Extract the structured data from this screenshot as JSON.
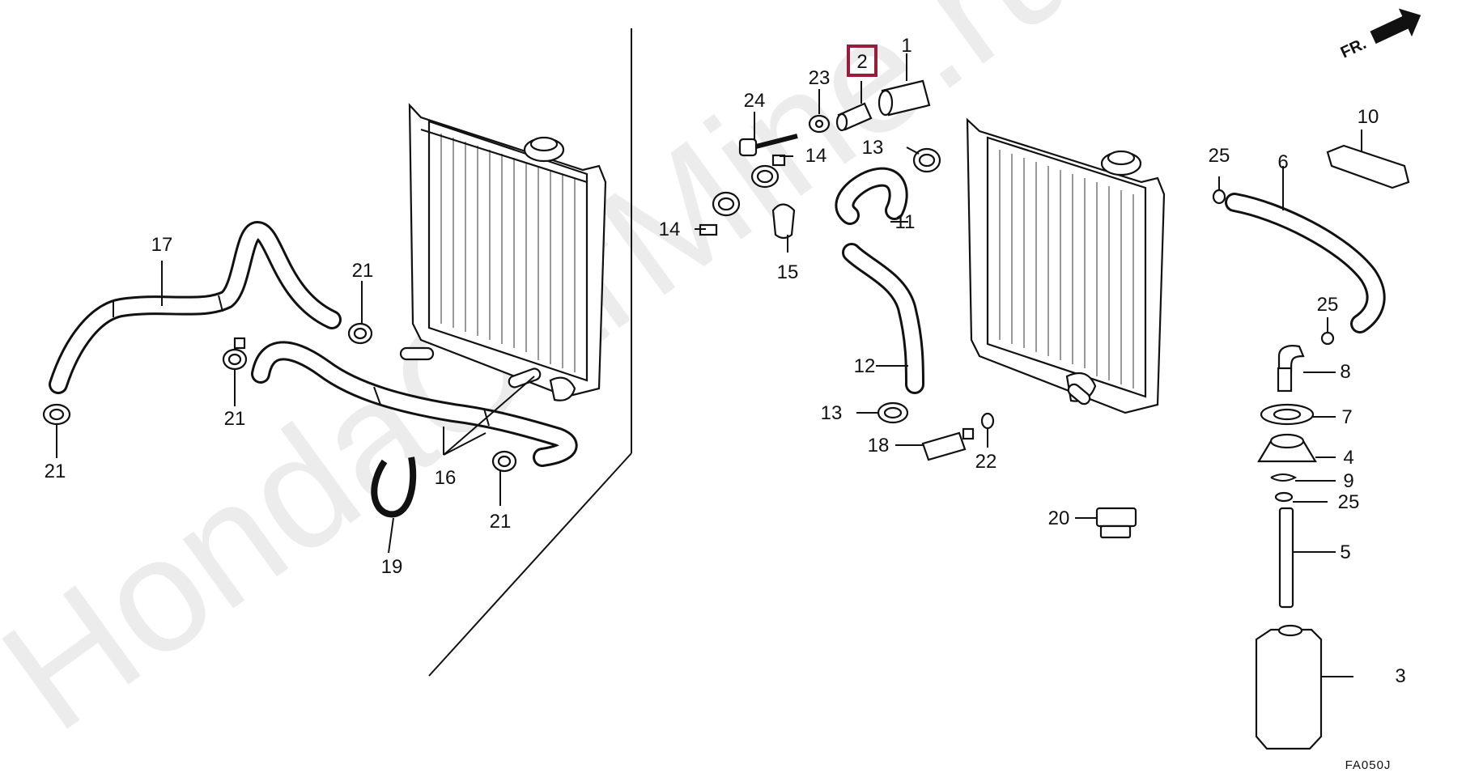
{
  "diagram": {
    "watermark": "HondaCarMine.ru",
    "drawing_code": "FA050J",
    "direction_label": "FR.",
    "highlight_color": "#9b1b3b",
    "callouts": {
      "c1": "1",
      "c2": "2",
      "c3": "3",
      "c4": "4",
      "c5": "5",
      "c6": "6",
      "c7": "7",
      "c8": "8",
      "c9": "9",
      "c10": "10",
      "c11": "11",
      "c12": "12",
      "c13a": "13",
      "c13b": "13",
      "c14a": "14",
      "c14b": "14",
      "c15": "15",
      "c16": "16",
      "c17": "17",
      "c18": "18",
      "c19": "19",
      "c20": "20",
      "c21a": "21",
      "c21b": "21",
      "c21c": "21",
      "c21d": "21",
      "c22": "22",
      "c23": "23",
      "c24": "24",
      "c25a": "25",
      "c25b": "25",
      "c25c": "25"
    }
  }
}
